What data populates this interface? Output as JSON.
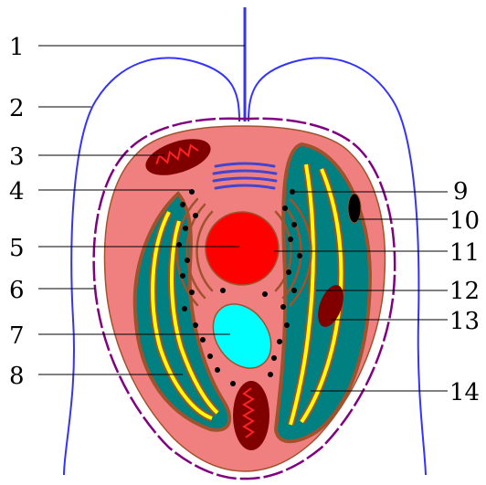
{
  "labels": {
    "n1": "1",
    "n2": "2",
    "n3": "3",
    "n4": "4",
    "n5": "5",
    "n6": "6",
    "n7": "7",
    "n8": "8",
    "n9": "9",
    "n10": "10",
    "n11": "11",
    "n12": "12",
    "n13": "13",
    "n14": "14"
  },
  "colors": {
    "flagellum_and_outer_wall": "#3333ff",
    "membrane_plate_outline": "#800080",
    "cytoplasm": "#f08080",
    "cell_outline": "#a0522d",
    "chloroplast_stroma": "#008080",
    "thylakoid": "#ffff00",
    "mitochondrion": "#800000",
    "mitochondrion_cristae": "#ff2222",
    "nucleus": "#ff0000",
    "golgi": "#4444cc",
    "vacuole": "#00ffff",
    "ribosome": "#000000"
  }
}
